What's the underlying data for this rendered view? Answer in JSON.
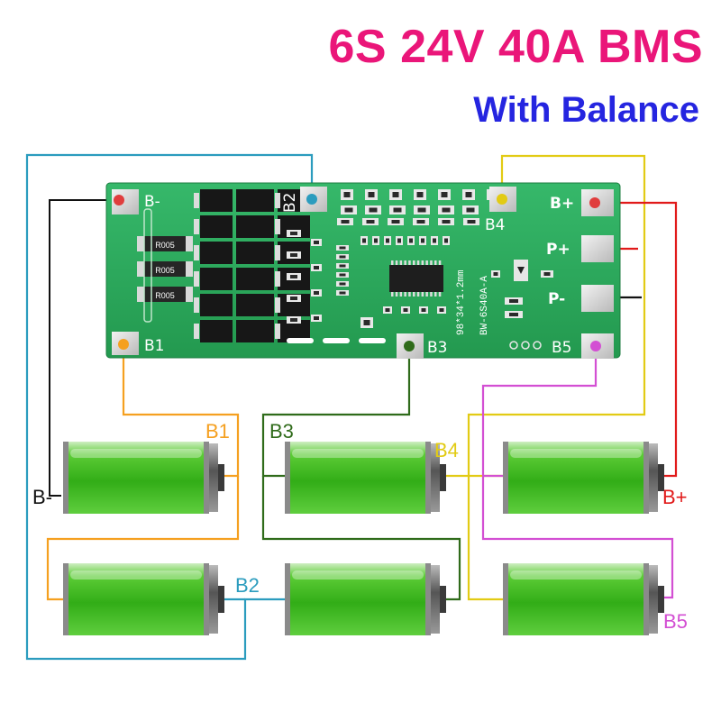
{
  "title": "6S 24V 40A BMS",
  "subtitle": "With Balance",
  "colors": {
    "title": "#ea1679",
    "subtitle": "#2525e0",
    "pcb": "#27a45a",
    "wire_black": "#111111",
    "wire_orange": "#f5a020",
    "wire_teal": "#2b9cbe",
    "wire_darkgreen": "#2f6b1a",
    "wire_yellow": "#e2cb14",
    "wire_magenta": "#d34fd3",
    "wire_red": "#e11a1a",
    "battery": "#3dbb1e"
  },
  "board": {
    "model": "BW-6S40A-A",
    "size_text": "98*34*1.2mm",
    "resistors": [
      "R005",
      "R005",
      "R005"
    ],
    "pads": {
      "b_minus": "B-",
      "b1": "B1",
      "b2": "B2",
      "b3": "B3",
      "b4": "B4",
      "b5": "B5",
      "b_plus": "B+",
      "p_plus": "P+",
      "p_minus": "P-"
    }
  },
  "wire_labels": {
    "b1": "B1",
    "b2": "B2",
    "b3": "B3",
    "b4": "B4",
    "b5": "B5",
    "b_minus": "B-",
    "b_plus": "B+"
  },
  "batteries": [
    {
      "id": "cell-1",
      "row": "top",
      "position": "left"
    },
    {
      "id": "cell-2",
      "row": "bottom",
      "position": "left"
    },
    {
      "id": "cell-3",
      "row": "bottom",
      "position": "middle"
    },
    {
      "id": "cell-4",
      "row": "top",
      "position": "middle"
    },
    {
      "id": "cell-5",
      "row": "top",
      "position": "right"
    },
    {
      "id": "cell-6",
      "row": "bottom",
      "position": "right"
    }
  ]
}
